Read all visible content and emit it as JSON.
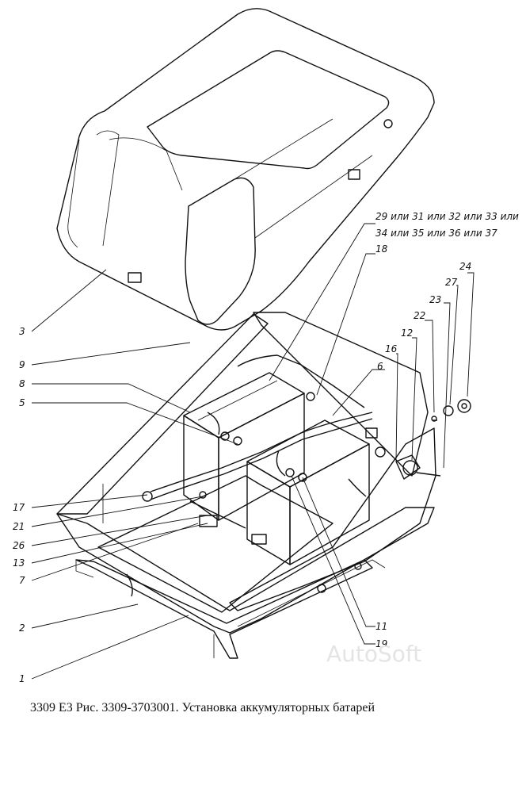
{
  "caption": "3309 E3 Рис. 3309-3703001. Установка аккумуляторных батарей",
  "watermark": "AutoSoft",
  "callouts": {
    "c29_line1": "29 или 31 или 32 или 33 или",
    "c29_line2": "34 или 35 или 36 или 37",
    "c18": "18",
    "c24": "24",
    "c27": "27",
    "c23": "23",
    "c22": "22",
    "c12": "12",
    "c16": "16",
    "c6": "6",
    "c3": "3",
    "c9": "9",
    "c8": "8",
    "c5": "5",
    "c17": "17",
    "c21": "21",
    "c26": "26",
    "c13": "13",
    "c7": "7",
    "c2": "2",
    "c1": "1",
    "c11": "11",
    "c19": "19"
  }
}
